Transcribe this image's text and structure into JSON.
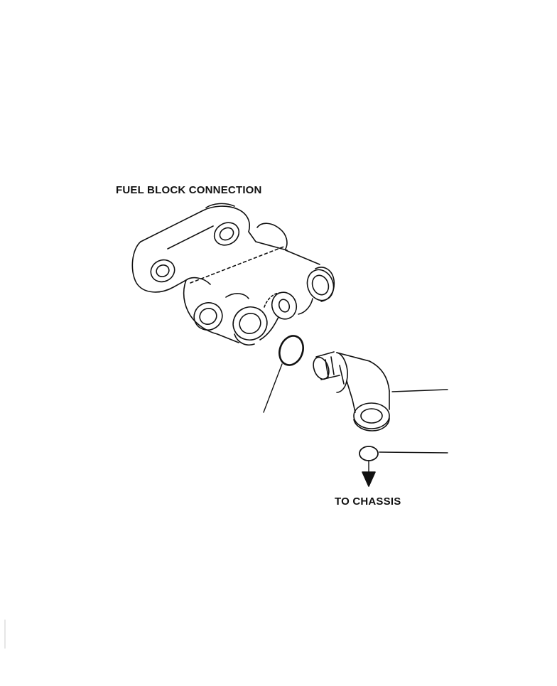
{
  "diagram": {
    "title": "FUEL BLOCK CONNECTION",
    "destination_label": "TO CHASSIS",
    "line_color": "#111111",
    "background_color": "#ffffff",
    "parts": [
      "fuel-block",
      "o-ring",
      "elbow-fitting",
      "cap-seal"
    ],
    "flow_direction": "down"
  }
}
